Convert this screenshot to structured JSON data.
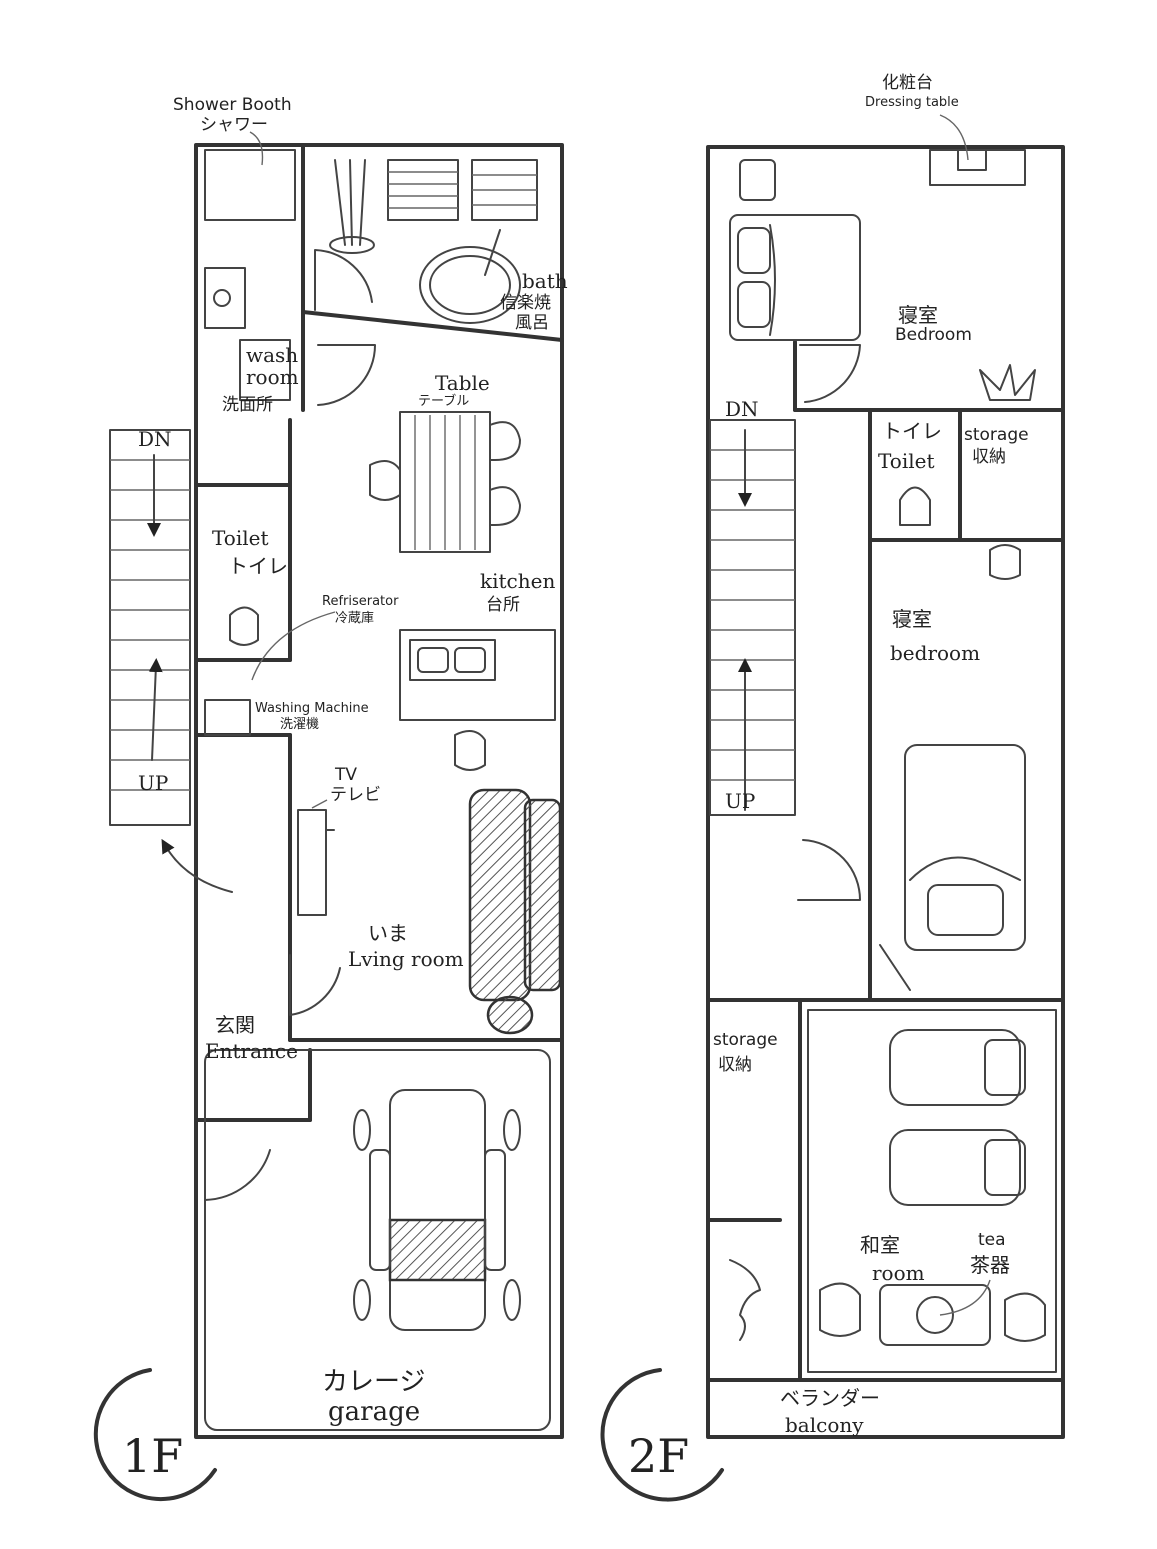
{
  "floor1": {
    "badge": "1F",
    "shower_en": "Shower Booth",
    "shower_jp": "シャワー",
    "bath_en": "bath",
    "bath_jp1": "信楽焼",
    "bath_jp2": "風呂",
    "wash_en1": "wash",
    "wash_en2": "room",
    "wash_jp": "洗面所",
    "table_en": "Table",
    "table_jp": "テーブル",
    "dn": "DN",
    "up": "UP",
    "toilet_en": "Toilet",
    "toilet_jp": "トイレ",
    "fridge_en": "Refriserator",
    "fridge_jp": "冷蔵庫",
    "kitchen_en": "kitchen",
    "kitchen_jp": "台所",
    "washer_en": "Washing Machine",
    "washer_jp": "洗濯機",
    "tv_en": "TV",
    "tv_jp": "テレビ",
    "living_jp": "いま",
    "living_en": "Lving room",
    "entrance_jp": "玄関",
    "entrance_en": "Entrance",
    "garage_jp": "カレージ",
    "garage_en": "garage"
  },
  "floor2": {
    "badge": "2F",
    "dressing_jp": "化粧台",
    "dressing_en": "Dressing table",
    "bed1_jp": "寝室",
    "bed1_en": "Bedroom",
    "dn": "DN",
    "up": "UP",
    "toilet_jp": "トイレ",
    "toilet_en": "Toilet",
    "storage1_en": "storage",
    "storage1_jp": "収納",
    "bed2_jp": "寝室",
    "bed2_en": "bedroom",
    "storage2_en": "storage",
    "storage2_jp": "収納",
    "washitsu_jp": "和室",
    "washitsu_en": "room",
    "tea_en": "tea",
    "tea_jp": "茶器",
    "balcony_jp": "ベランダー",
    "balcony_en": "balcony"
  }
}
